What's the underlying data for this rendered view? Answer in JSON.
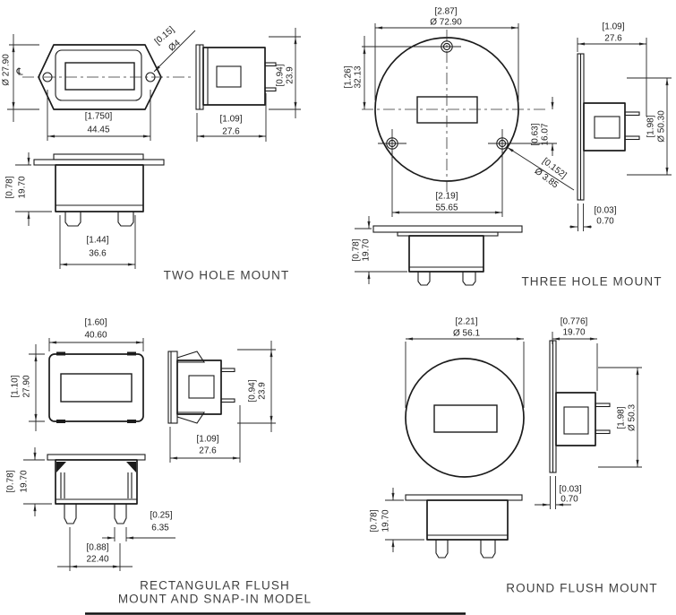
{
  "two_hole": {
    "label": "TWO HOLE MOUNT",
    "front": {
      "dia": "Ø 27.90",
      "hole_in": "[0.15]",
      "hole_dia": "Ø4",
      "width_in": "[1.750]",
      "width_mm": "44.45",
      "centerline": "℄"
    },
    "side": {
      "height_in": "[0.94]",
      "height_mm": "23.9",
      "depth_in": "[1.09]",
      "depth_mm": "27.6"
    },
    "bottom": {
      "height_in": "[0.78]",
      "height_mm": "19.70",
      "width_in": "[1.44]",
      "width_mm": "36.6"
    }
  },
  "three_hole": {
    "label": "THREE HOLE MOUNT",
    "front": {
      "dia_in": "[2.87]",
      "dia_mm": "Ø 72.90",
      "top_hole_in": "[1.26]",
      "top_hole_mm": "32.13",
      "side_hole_in": "[0.63]",
      "side_hole_mm": "16.07",
      "hole_dia_in": "[0.152]",
      "hole_dia_mm": "Ø 3.85",
      "spacing_in": "[2.19]",
      "spacing_mm": "55.65"
    },
    "side": {
      "depth_in": "[1.09]",
      "depth_mm": "27.6",
      "body_dia_in": "[1.98]",
      "body_dia_mm": "Ø 50.30",
      "flange_in": "[0.03]",
      "flange_mm": "0.70"
    },
    "bottom": {
      "height_in": "[0.78]",
      "height_mm": "19.70"
    }
  },
  "rect_flush": {
    "label_line1": "RECTANGULAR FLUSH",
    "label_line2": "MOUNT AND SNAP-IN MODEL",
    "front": {
      "width_in": "[1.60]",
      "width_mm": "40.60",
      "height_in": "[1.10]",
      "height_mm": "27.90"
    },
    "side": {
      "height_in": "[0.94]",
      "height_mm": "23.9",
      "depth_in": "[1.09]",
      "depth_mm": "27.6"
    },
    "bottom": {
      "height_in": "[0.78]",
      "height_mm": "19.70",
      "tab_in": "[0.25]",
      "tab_mm": "6.35",
      "tab_spacing_in": "[0.88]",
      "tab_spacing_mm": "22.40"
    }
  },
  "round_flush": {
    "label": "ROUND FLUSH MOUNT",
    "front": {
      "dia_in": "[2.21]",
      "dia_mm": "Ø 56.1"
    },
    "side": {
      "depth_in": "[0.776]",
      "depth_mm": "19.70",
      "body_dia_in": "[1.98]",
      "body_dia_mm": "Ø 50.3",
      "flange_in": "[0.03]",
      "flange_mm": "0.70"
    },
    "bottom": {
      "height_in": "[0.78]",
      "height_mm": "19.70"
    }
  }
}
